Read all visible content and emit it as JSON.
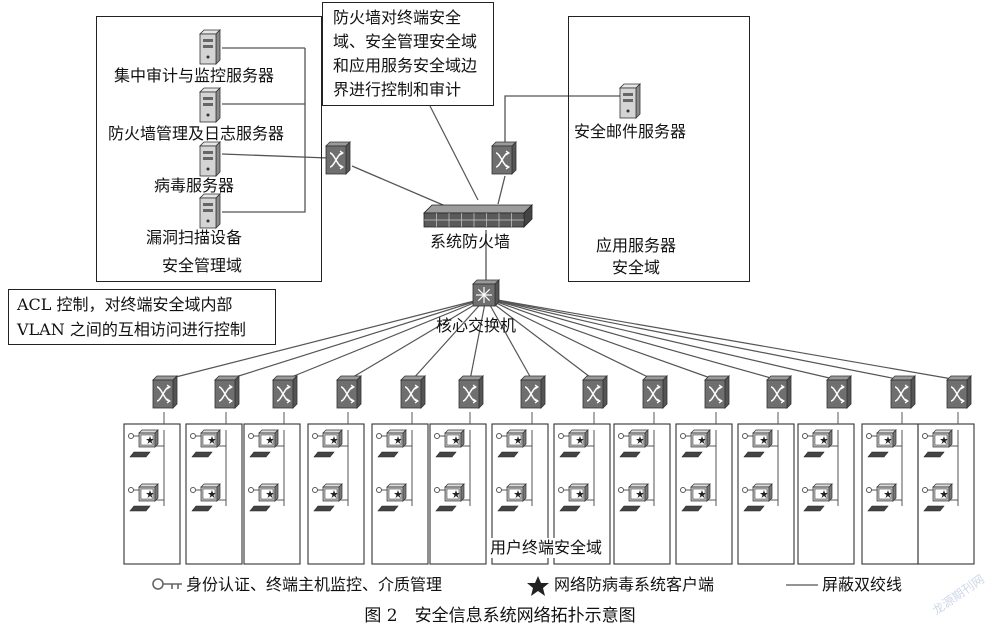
{
  "domains": {
    "management": {
      "label": "安全管理域",
      "servers": [
        "集中审计与监控服务器",
        "防火墙管理及日志服务器",
        "病毒服务器",
        "漏洞扫描设备"
      ]
    },
    "application": {
      "server": "安全邮件服务器",
      "label_line1": "应用服务器",
      "label_line2": "安全域"
    },
    "user": {
      "label": "用户终端安全域"
    }
  },
  "callouts": {
    "firewall_note": [
      "防火墙对终端安全",
      "域、安全管理安全域",
      "和应用服务安全域边",
      "界进行控制和审计"
    ],
    "acl_note": [
      "ACL 控制，对终端安全域内部",
      "VLAN 之间的互相访问进行控制"
    ]
  },
  "devices": {
    "firewall": "系统防火墙",
    "core_switch": "核心交换机"
  },
  "legend": {
    "auth": "身份认证、终端主机监控、介质管理",
    "antivirus": "网络防病毒系统客户端",
    "cable": "屏蔽双绞线"
  },
  "caption": "图 2　安全信息系统网络拓扑示意图",
  "watermark": "龙源期刊网",
  "colors": {
    "line": "#555555",
    "switch_top": "#9a9a9a",
    "switch_face": "#6f6f6f",
    "text": "#111111"
  },
  "access_switch_count": 14
}
